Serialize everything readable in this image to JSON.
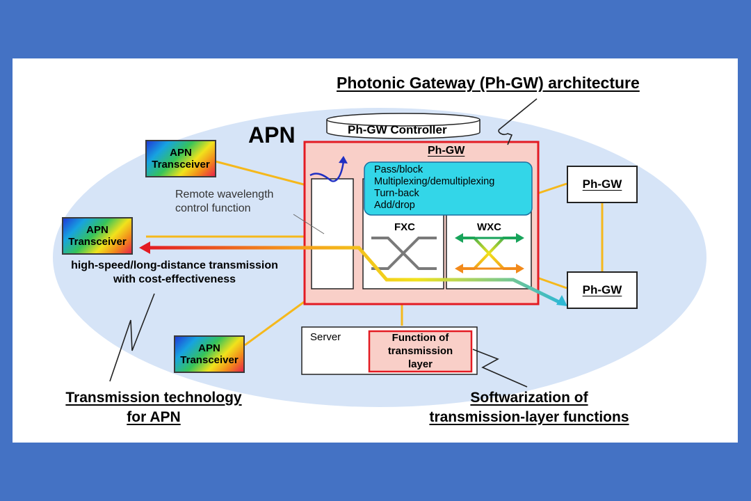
{
  "title": "Photonic Gateway (Ph-GW) architecture",
  "apn_label": "APN",
  "controller_label": "Ph-GW Controller",
  "main_gateway_label": "Ph-GW",
  "functions": [
    "Pass/block",
    "Multiplexing/demultiplexing",
    "Turn-back",
    "Add/drop"
  ],
  "fxc_label": "FXC",
  "wxc_label": "WXC",
  "remote_label_line1": "Remote wavelength",
  "remote_label_line2": "control function",
  "transceiver_line1": "APN",
  "transceiver_line2": "Transceiver",
  "right_gateway_label": "Ph-GW",
  "transmission_desc_line1": "high-speed/long-distance transmission",
  "transmission_desc_line2": "with cost-effectiveness",
  "server_label": "Server",
  "server_function_line1": "Function of",
  "server_function_line2": "transmission",
  "server_function_line3": "layer",
  "caption_left_line1": "Transmission technology",
  "caption_left_line2": "for APN",
  "caption_right_line1": "Softwarization of",
  "caption_right_line2": "transmission-layer functions",
  "colors": {
    "background": "#4472c4",
    "ellipse": "#d6e4f7",
    "gateway_border": "#e31b23",
    "gateway_fill": "#f9cfc8",
    "function_box": "#33d6e8",
    "link": "#f5b81c"
  }
}
